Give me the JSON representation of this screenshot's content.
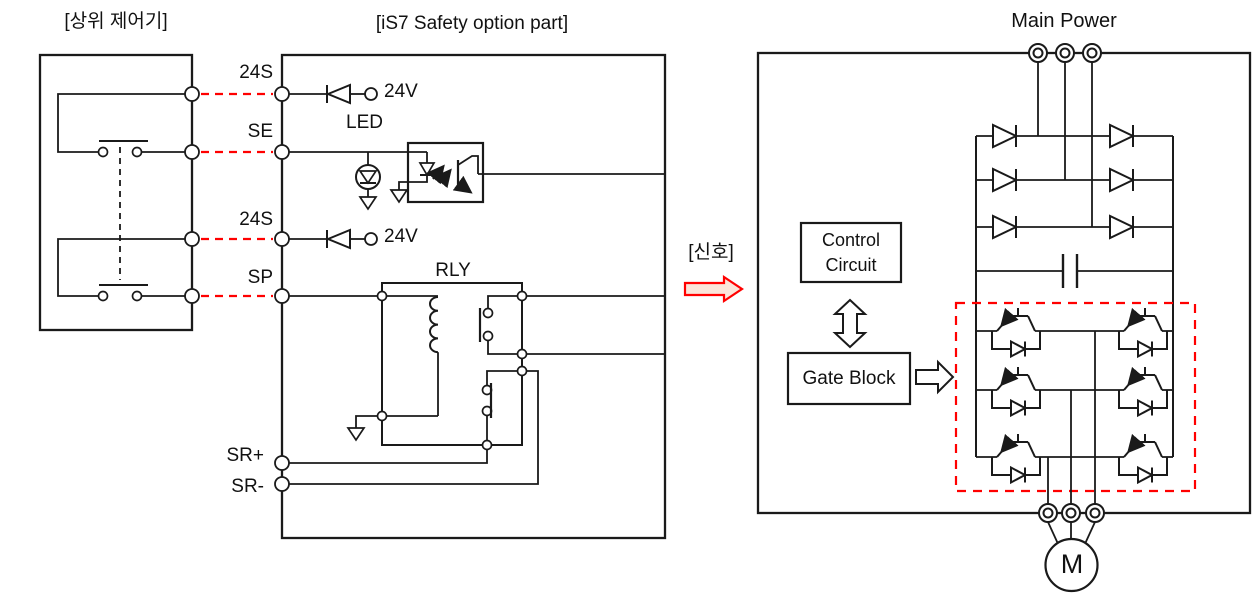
{
  "upper_controller": {
    "title": "[상위 제어기]"
  },
  "safety_option": {
    "title": "[iS7 Safety option part]",
    "terminal_24s_top": "24S",
    "terminal_se": "SE",
    "terminal_24s_bottom": "24S",
    "terminal_sp": "SP",
    "terminal_sr_plus": "SR+",
    "terminal_sr_minus": "SR-",
    "label_24v_top": "24V",
    "label_24v_bottom": "24V",
    "label_led": "LED",
    "label_relay": "RLY"
  },
  "signal": {
    "label": "[신호]"
  },
  "inverter": {
    "title": "Main Power",
    "control_circuit_line1": "Control",
    "control_circuit_line2": "Circuit",
    "gate_block": "Gate Block",
    "motor": "M"
  },
  "colors": {
    "wire": "#1a1a1a",
    "safety_highlight": "#ff0000",
    "signal_arrow_fill": "#fbe5da"
  }
}
